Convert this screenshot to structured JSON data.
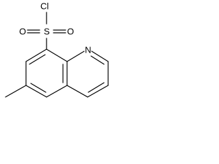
{
  "structure": {
    "atoms": {
      "chlorine": "Cl",
      "sulfur": "S",
      "oxygen_left": "O",
      "oxygen_right": "O",
      "nitrogen": "N"
    }
  }
}
